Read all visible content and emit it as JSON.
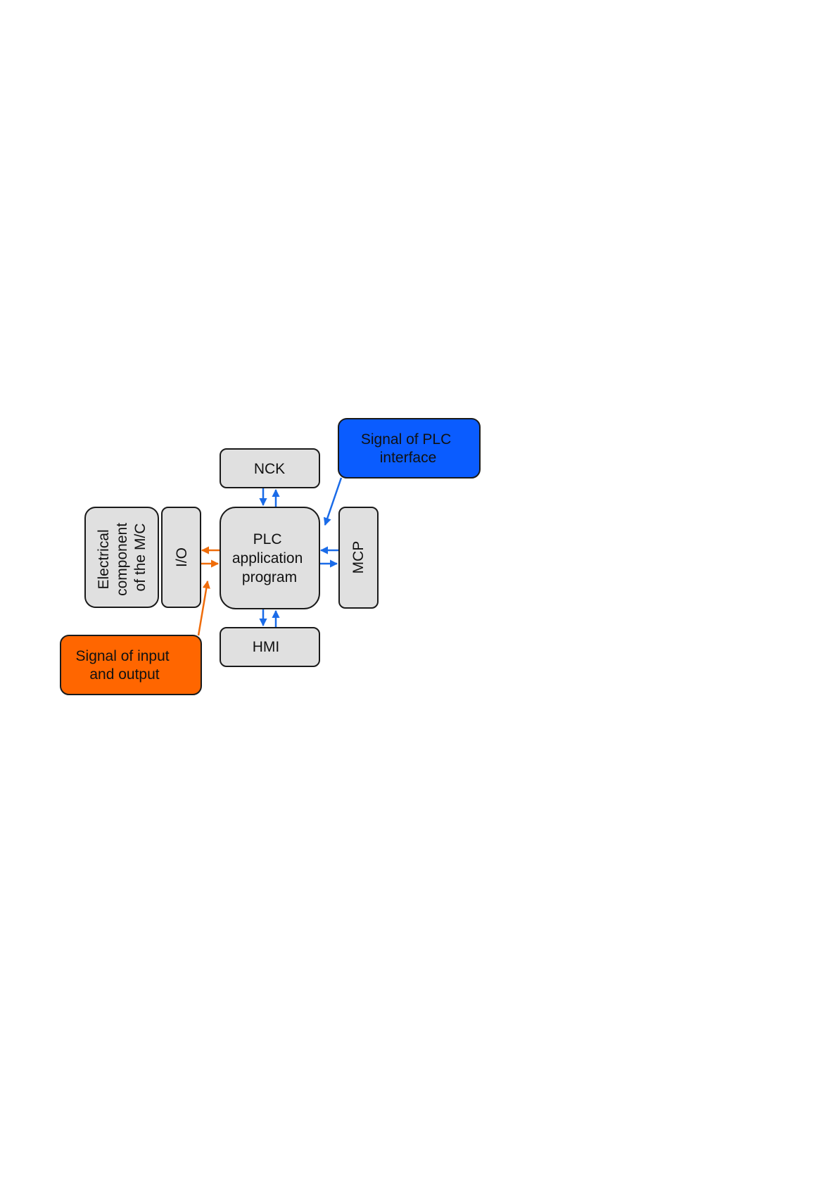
{
  "diagram": {
    "colors": {
      "box_fill": "#e0e0e0",
      "box_stroke": "#1a1a1a",
      "blue_callout": "#0a5cff",
      "orange_callout": "#ff6600",
      "blue_arrow": "#1a6be8",
      "orange_arrow": "#ef6c0a"
    },
    "nck": {
      "label": "NCK"
    },
    "plc": {
      "lines": [
        "PLC",
        "application",
        "program"
      ]
    },
    "hmi": {
      "label": "HMI"
    },
    "mcp": {
      "label": "MCP"
    },
    "io": {
      "label": "I/O"
    },
    "electrical": {
      "lines": [
        "Electrical",
        "component",
        "of the M/C"
      ]
    },
    "plc_interface_signal": {
      "lines": [
        "Signal of PLC",
        "interface"
      ]
    },
    "io_signal": {
      "lines": [
        "Signal of input",
        "and output"
      ]
    }
  }
}
